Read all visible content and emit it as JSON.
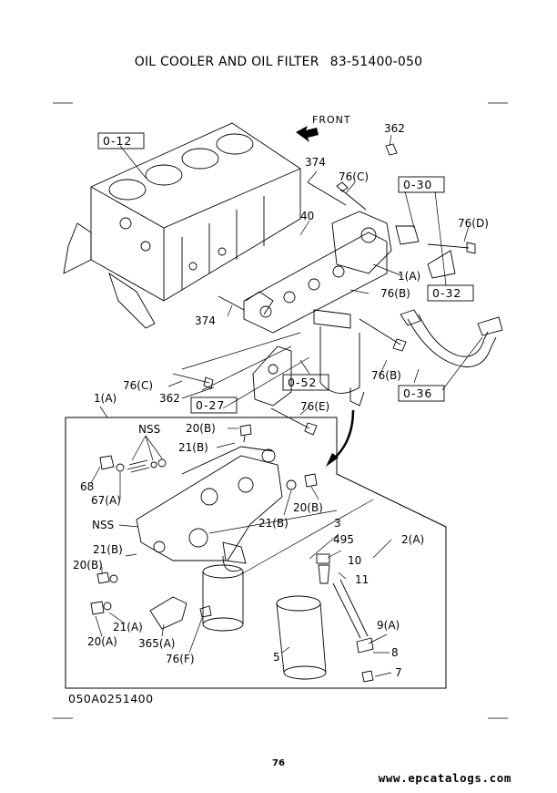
{
  "page": {
    "title_left": "OIL COOLER AND OIL FILTER",
    "title_right": "83-51400-050",
    "drawing_code": "050A0251400",
    "page_number": "76",
    "website": "www.epcatalogs.com"
  },
  "diagram": {
    "front_label": "FRONT",
    "ref_boxes": {
      "b_0_12": "0-12",
      "b_0_30": "0-30",
      "b_0_32": "0-32",
      "b_0_52": "0-52",
      "b_0_27": "0-27",
      "b_0_36": "0-36"
    },
    "callouts": {
      "c362_top": "362",
      "c374_top": "374",
      "c76c_top": "76(C)",
      "c40": "40",
      "c76d": "76(D)",
      "c1a_top": "1(A)",
      "c76b_top": "76(B)",
      "c374_mid": "374",
      "c76b_mid": "76(B)",
      "c76c_left": "76(C)",
      "c362_left": "362",
      "c76e": "76(E)",
      "c1a_detail": "1(A)",
      "nss_top": "NSS",
      "c20b_top": "20(B)",
      "c21b_top": "21(B)",
      "c68": "68",
      "c67a": "67(A)",
      "nss_mid": "NSS",
      "c21b_right": "21(B)",
      "c20b_right": "20(B)",
      "c3": "3",
      "c495": "495",
      "c2a": "2(A)",
      "c10": "10",
      "c11": "11",
      "c21b_left": "21(B)",
      "c20b_left": "20(B)",
      "c21a": "21(A)",
      "c20a": "20(A)",
      "c365a": "365(A)",
      "c76f": "76(F)",
      "c5": "5",
      "c9a": "9(A)",
      "c8": "8",
      "c7": "7"
    }
  }
}
